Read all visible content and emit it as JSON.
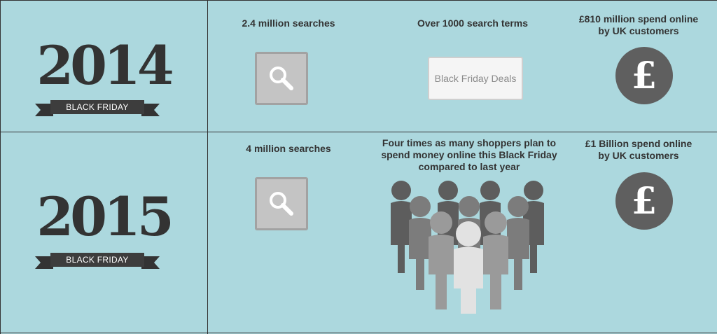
{
  "rows": [
    {
      "year": "2014",
      "ribbon_label": "BLACK FRIDAY",
      "searches": "2.4 million searches",
      "terms": "Over 1000 search terms",
      "search_box_text": "Black Friday Deals",
      "spend": [
        "£810 million spend online",
        "by UK customers"
      ],
      "search_icon": "magnifier-icon",
      "spend_icon": "pound-icon"
    },
    {
      "year": "2015",
      "ribbon_label": "BLACK FRIDAY",
      "searches": "4 million searches",
      "shoppers": [
        "Four times as many shoppers plan to",
        "spend money online this Black Friday",
        "compared to last year"
      ],
      "spend": [
        "£1 Billion  spend online",
        "by UK customers"
      ],
      "search_icon": "magnifier-icon",
      "people_icon": "crowd-icon",
      "spend_icon": "pound-icon"
    }
  ],
  "colors": {
    "background": "#acd8de",
    "dark": "#333333",
    "icon_grey": "#c4c4c4",
    "circle_grey": "#5f5f5f"
  }
}
